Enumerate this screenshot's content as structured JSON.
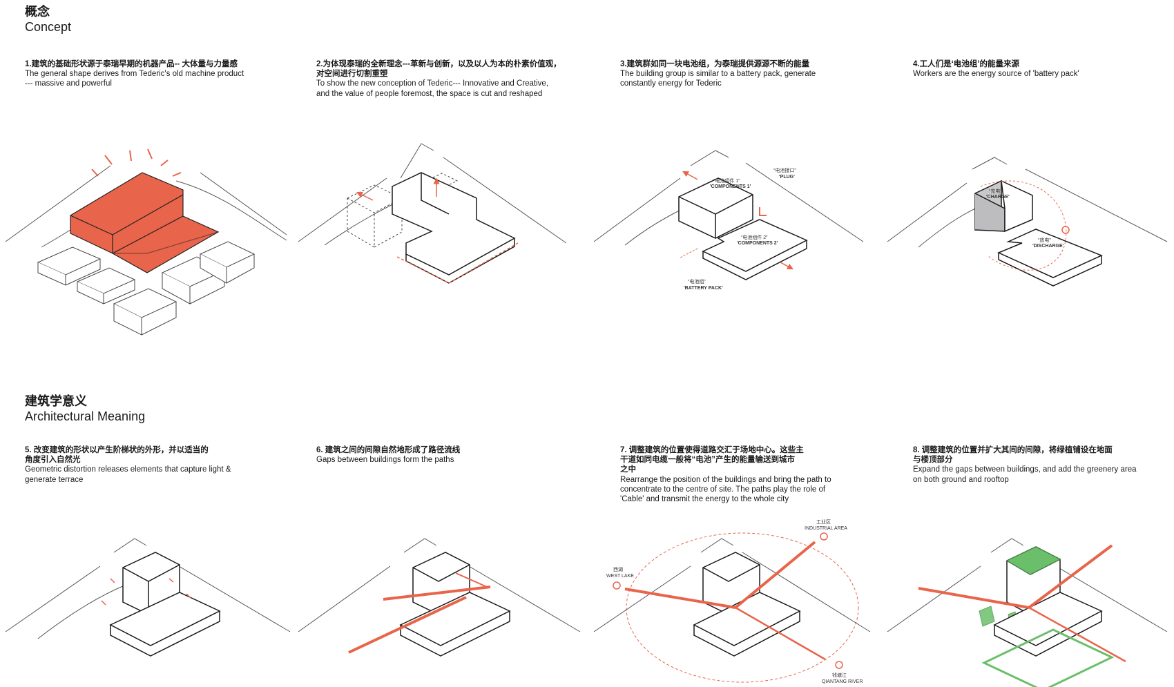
{
  "sections": {
    "concept": {
      "zh": "概念",
      "en": "Concept"
    },
    "meaning": {
      "zh": "建筑学意义",
      "en": "Architectural Meaning"
    }
  },
  "panels": [
    {
      "zh": "1.建筑的基础形状源于泰瑞早期的机器产品-- 大体量与力量感",
      "en": "The general shape derives from Tederic's old machine product\n--- massive and powerful"
    },
    {
      "zh": "2.为体现泰瑞的全新理念---革新与创新，以及以人为本的朴素价值观，\n对空间进行切割重塑",
      "en": "To show the new conception of Tederic--- Innovative and Creative,\nand the value of people foremost, the space is cut and reshaped"
    },
    {
      "zh": "3.建筑群如同一块电池组，为泰瑞提供源源不断的能量",
      "en": "The building group is similar to a battery pack, generate\nconstantly energy for Tederic"
    },
    {
      "zh": "4.工人们是‘电池组’的能量来源",
      "en": "Workers are the energy source of 'battery pack'"
    },
    {
      "zh": "5. 改变建筑的形状以产生阶梯状的外形，并以适当的\n角度引入自然光",
      "en": "Geometric distortion releases elements that capture light &\ngenerate terrace"
    },
    {
      "zh": "6. 建筑之间的间隙自然地形成了路径流线",
      "en": "Gaps between buildings form the paths"
    },
    {
      "zh": "7. 调整建筑的位置使得道路交汇于场地中心。这些主\n干道如同电缆一般将“电池”产生的能量输送到城市\n之中",
      "en": "Rearrange the position of the buildings and bring the path to\nconcentrate to the centre of site. The paths play the role of\n'Cable' and transmit the energy to the whole city"
    },
    {
      "zh": "8. 调整建筑的位置并扩大其间的间隙，将绿植铺设在地面\n与楼顶部分",
      "en": "Expand the gaps between buildings, and add the greenery area\non both ground and rooftop"
    }
  ],
  "labels": {
    "components1_zh": "“电池组件 1”",
    "components1_en": "'COMPONENTS 1'",
    "plug_zh": "“电池接口”",
    "plug_en": "'PLUG'",
    "components2_zh": "“电池组件 2”",
    "components2_en": "'COMPONENTS 2'",
    "battery_zh": "“电池组”",
    "battery_en": "'BATTERY PACK'",
    "charge_zh": "“充电”",
    "charge_en": "'CHARGE'",
    "discharge_zh": "“放电”",
    "discharge_en": "'DISCHARGE'",
    "industrial_zh": "工业区",
    "industrial_en": "INDUSTRIAL AREA",
    "westlake_zh": "西湖",
    "westlake_en": "WEST LAKE",
    "river_zh": "钱塘江",
    "river_en": "QIANTANG RIVER"
  },
  "colors": {
    "accent": "#e8644a",
    "accent_light": "#f2b3a5",
    "green": "#6cbf6a",
    "line": "#1a1a1a",
    "road": "#555555",
    "grey_block": "#c9c9cb"
  }
}
